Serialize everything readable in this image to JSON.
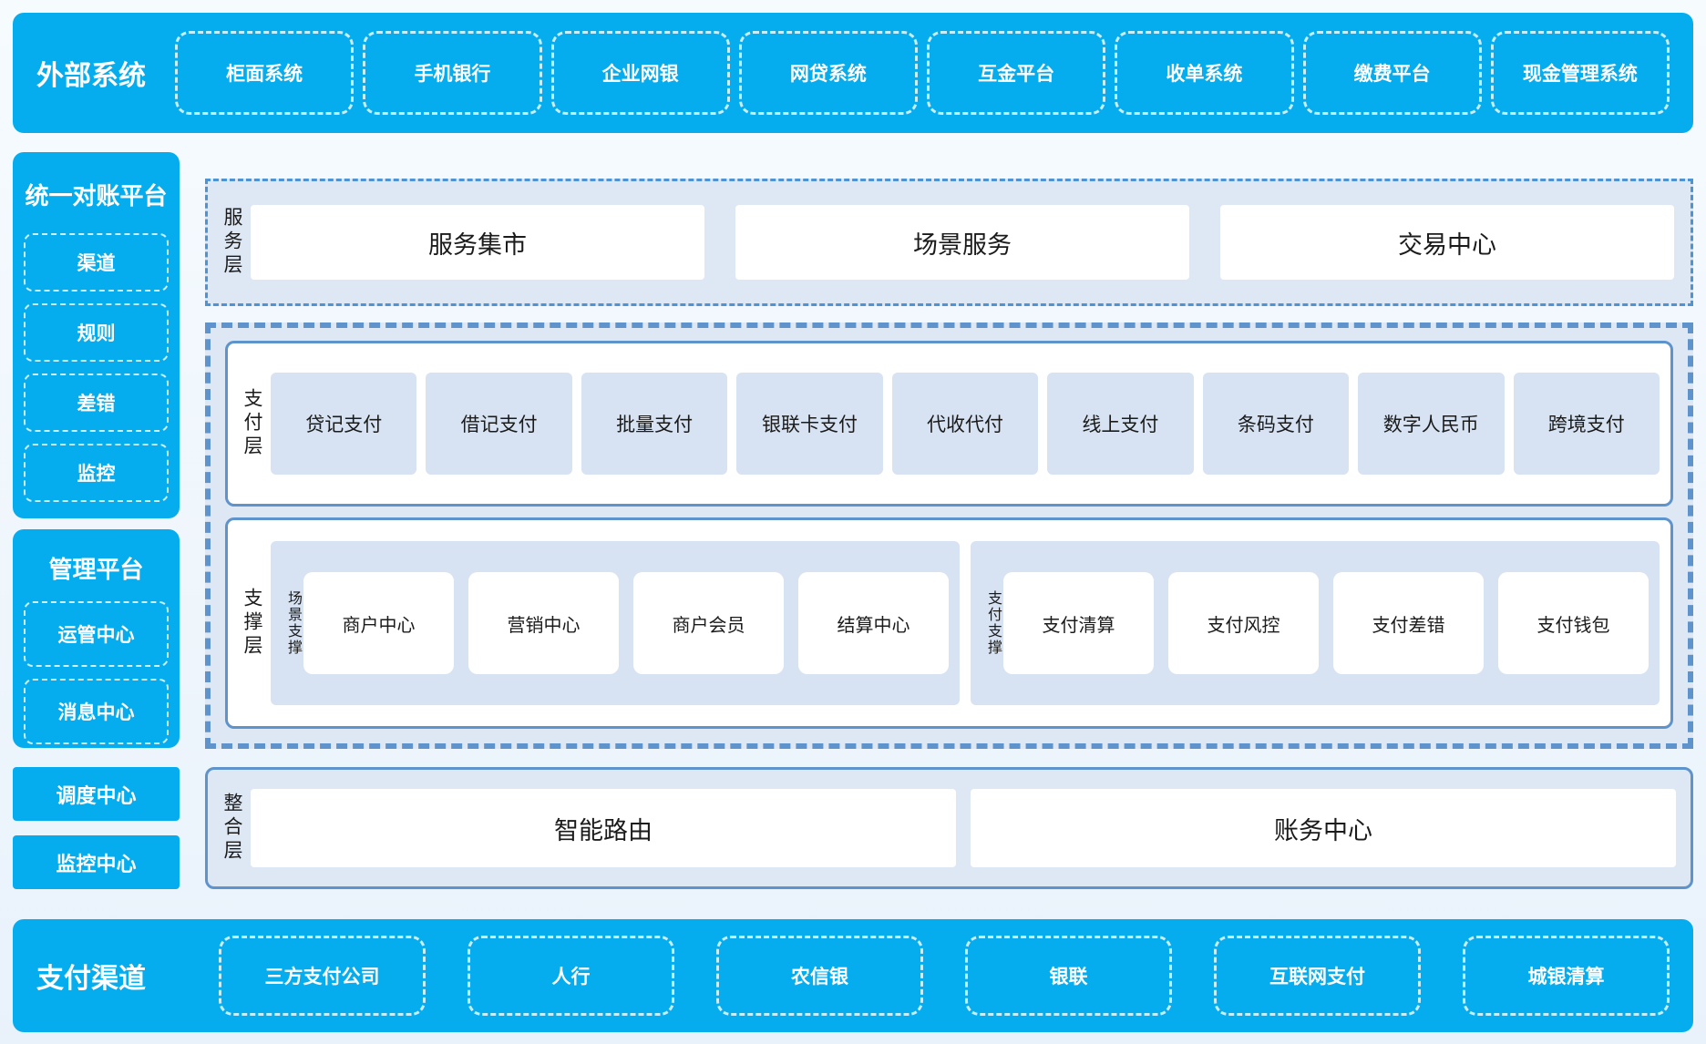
{
  "colors": {
    "brand_blue": "#05ADEF",
    "panel_bg": "#DEE8F5",
    "item_bg": "#D7E3F2",
    "solid_border_blue": "#5E93CC",
    "dashdot_border_blue": "#4E94D4",
    "white_dash": "rgba(255,255,255,0.78)",
    "text_dark": "#1B1B1B"
  },
  "external_systems": {
    "label": "外部系统",
    "items": [
      "柜面系统",
      "手机银行",
      "企业网银",
      "网贷系统",
      "互金平台",
      "收单系统",
      "缴费平台",
      "现金管理系统"
    ]
  },
  "sidebar": {
    "reconciliation": {
      "title": "统一对账平台",
      "items": [
        "渠道",
        "规则",
        "差错",
        "监控"
      ]
    },
    "management": {
      "title": "管理平台",
      "items": [
        "运管中心",
        "消息中心"
      ]
    },
    "solo_blocks": [
      "调度中心",
      "监控中心"
    ]
  },
  "service_layer": {
    "label": "服务层",
    "items": [
      "服务集市",
      "场景服务",
      "交易中心"
    ]
  },
  "payment_layer": {
    "label": "支付层",
    "items": [
      "贷记支付",
      "借记支付",
      "批量支付",
      "银联卡支付",
      "代收代付",
      "线上支付",
      "条码支付",
      "数字人民币",
      "跨境支付"
    ]
  },
  "support_layer": {
    "label": "支撑层",
    "groups": [
      {
        "label": "场景支撑",
        "items": [
          "商户中心",
          "营销中心",
          "商户会员",
          "结算中心"
        ]
      },
      {
        "label": "支付支撑",
        "items": [
          "支付清算",
          "支付风控",
          "支付差错",
          "支付钱包"
        ]
      }
    ]
  },
  "integration_layer": {
    "label": "整合层",
    "items": [
      "智能路由",
      "账务中心"
    ]
  },
  "payment_channels": {
    "label": "支付渠道",
    "items": [
      "三方支付公司",
      "人行",
      "农信银",
      "银联",
      "互联网支付",
      "城银清算"
    ]
  }
}
